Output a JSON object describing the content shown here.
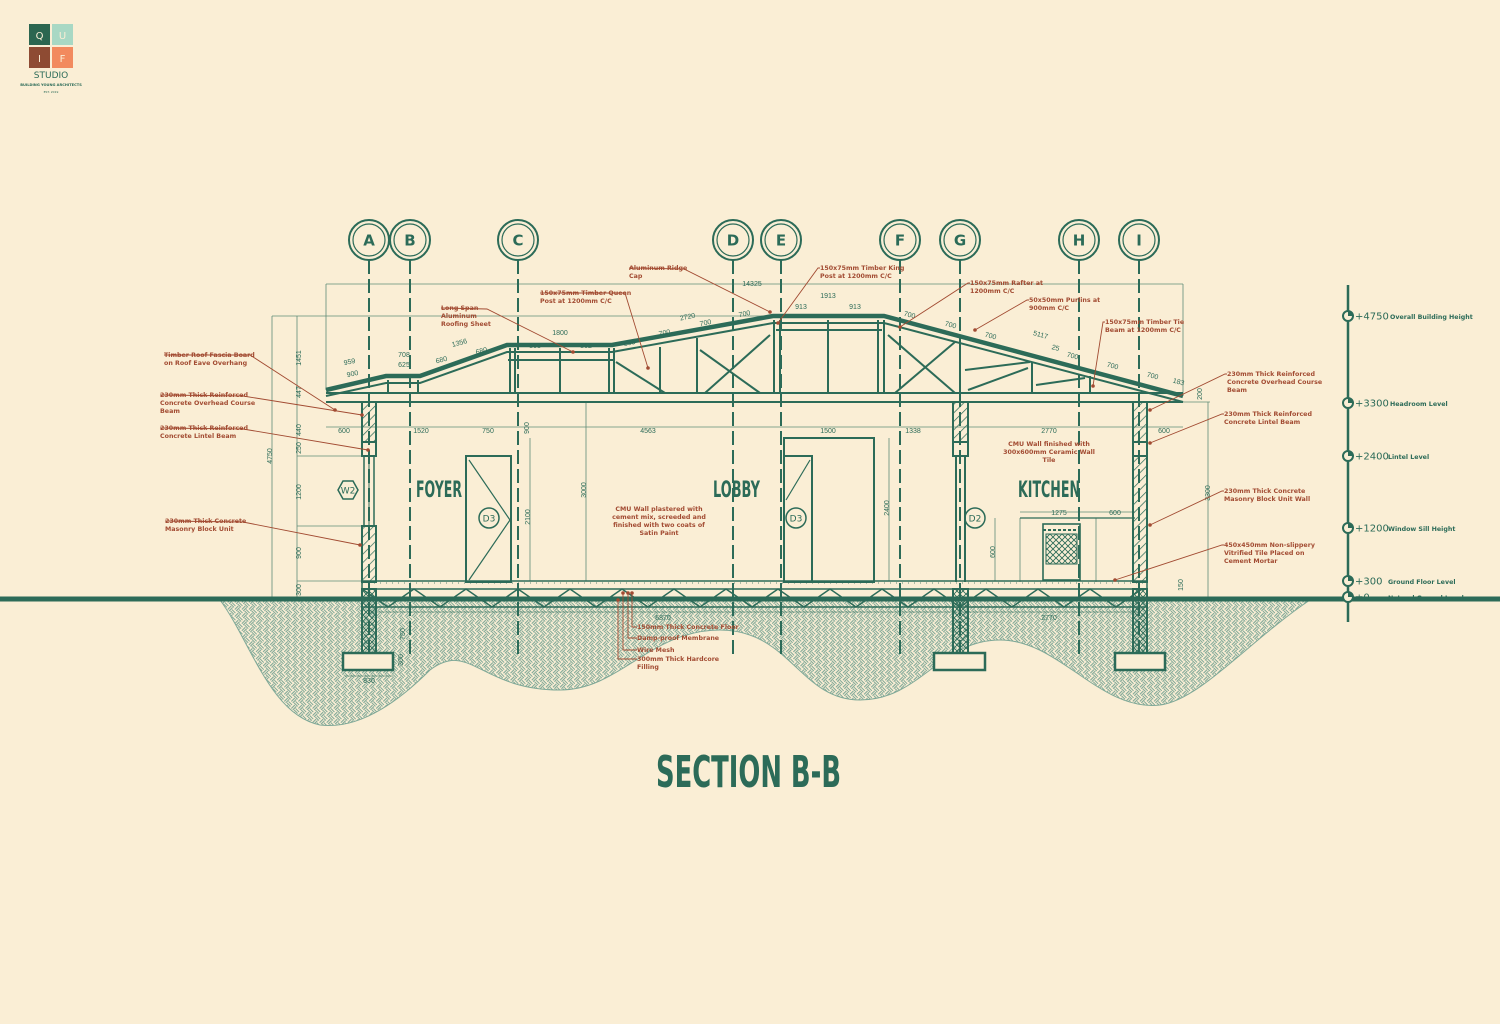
{
  "logo": {
    "letters": [
      "Q",
      "U",
      "I",
      "F"
    ],
    "colors": [
      "#2C6650",
      "#A8D8C4",
      "#8E4B33",
      "#F28A5E"
    ],
    "name": "STUDIO",
    "tagline": "BUILDING YOUNG ARCHITECTS",
    "est": "EST. 2019"
  },
  "colors": {
    "background": "#FAEED5",
    "line": "#2C6B58",
    "annotation": "#A24B32",
    "ground_hatch": "#7FA897"
  },
  "title": "SECTION B-B",
  "grid_labels": [
    "A",
    "B",
    "C",
    "D",
    "E",
    "F",
    "G",
    "H",
    "I"
  ],
  "rooms": [
    "FOYER",
    "LOBBY",
    "KITCHEN"
  ],
  "tags": {
    "window": "W2",
    "door_foyer": "D3",
    "door_lobby": "D3",
    "door_kitchen": "D2"
  },
  "levels": [
    {
      "value": "+4750",
      "label": "Overall Building Height"
    },
    {
      "value": "+3300",
      "label": "Headroom Level"
    },
    {
      "value": "+2400",
      "label": "Lintel Level"
    },
    {
      "value": "+1200",
      "label": "Window Sill Height"
    },
    {
      "value": "+300",
      "label": "Ground Floor Level"
    },
    {
      "value": "±0",
      "label": "Natural Ground Level"
    }
  ],
  "annotations": [
    [
      "Timber Roof Fascia Board",
      "on Roof Eave Overhang"
    ],
    [
      "230mm Thick Reinforced",
      "Concrete Overhead Course",
      "Beam"
    ],
    [
      "230mm Thick Reinforced",
      "Concrete Lintel Beam"
    ],
    [
      "230mm Thick Concrete",
      "Masonry Block Unit"
    ],
    [
      "Long Span",
      "Aluminum",
      "Roofing Sheet"
    ],
    [
      "150x75mm Timber Queen",
      "Post at 1200mm C/C"
    ],
    [
      "Aluminum Ridge",
      "Cap"
    ],
    [
      "150x75mm Timber King",
      "Post at 1200mm C/C"
    ],
    [
      "150x75mm Rafter at",
      "1200mm C/C"
    ],
    [
      "50x50mm Purlins at",
      "900mm C/C"
    ],
    [
      "150x75mm Timber Tie",
      "Beam at 1200mm C/C"
    ],
    [
      "230mm Thick Reinforced",
      "Concrete Overhead Course",
      "Beam"
    ],
    [
      "230mm Thick Reinforced",
      "Concrete Lintel Beam"
    ],
    [
      "230mm Thick Concrete",
      "Masonry Block Unit Wall"
    ],
    [
      "450x450mm Non-slippery",
      "Vitrified Tile Placed on",
      "Cement Mortar"
    ],
    [
      "CMU Wall plastered with",
      "cement mix, screeded and",
      "finished with two coats of",
      "Satin Paint"
    ],
    [
      "CMU Wall finished with",
      "300x600mm Ceramic Wall",
      "Tile"
    ],
    [
      "150mm Thick Concrete Floor"
    ],
    [
      "Damp-proof Membrane"
    ],
    [
      "Wire Mesh"
    ],
    [
      "300mm Thick Hardcore",
      "Filling"
    ]
  ],
  "dimensions": [
    "14325",
    "1913",
    "913",
    "913",
    "2720",
    "700",
    "700",
    "700",
    "555",
    "1800",
    "863",
    "862",
    "1356",
    "680",
    "680",
    "708",
    "625",
    "959",
    "900",
    "700",
    "700",
    "700",
    "5117",
    "25",
    "700",
    "700",
    "700",
    "183",
    "600",
    "1520",
    "750",
    "4563",
    "1500",
    "1338",
    "2770",
    "600",
    "1275",
    "600",
    "2100",
    "3000",
    "2400",
    "900",
    "1451",
    "447",
    "440",
    "250",
    "1200",
    "900",
    "300",
    "4750",
    "3300",
    "200",
    "150",
    "600",
    "2770",
    "6870",
    "830",
    "750",
    "300"
  ]
}
